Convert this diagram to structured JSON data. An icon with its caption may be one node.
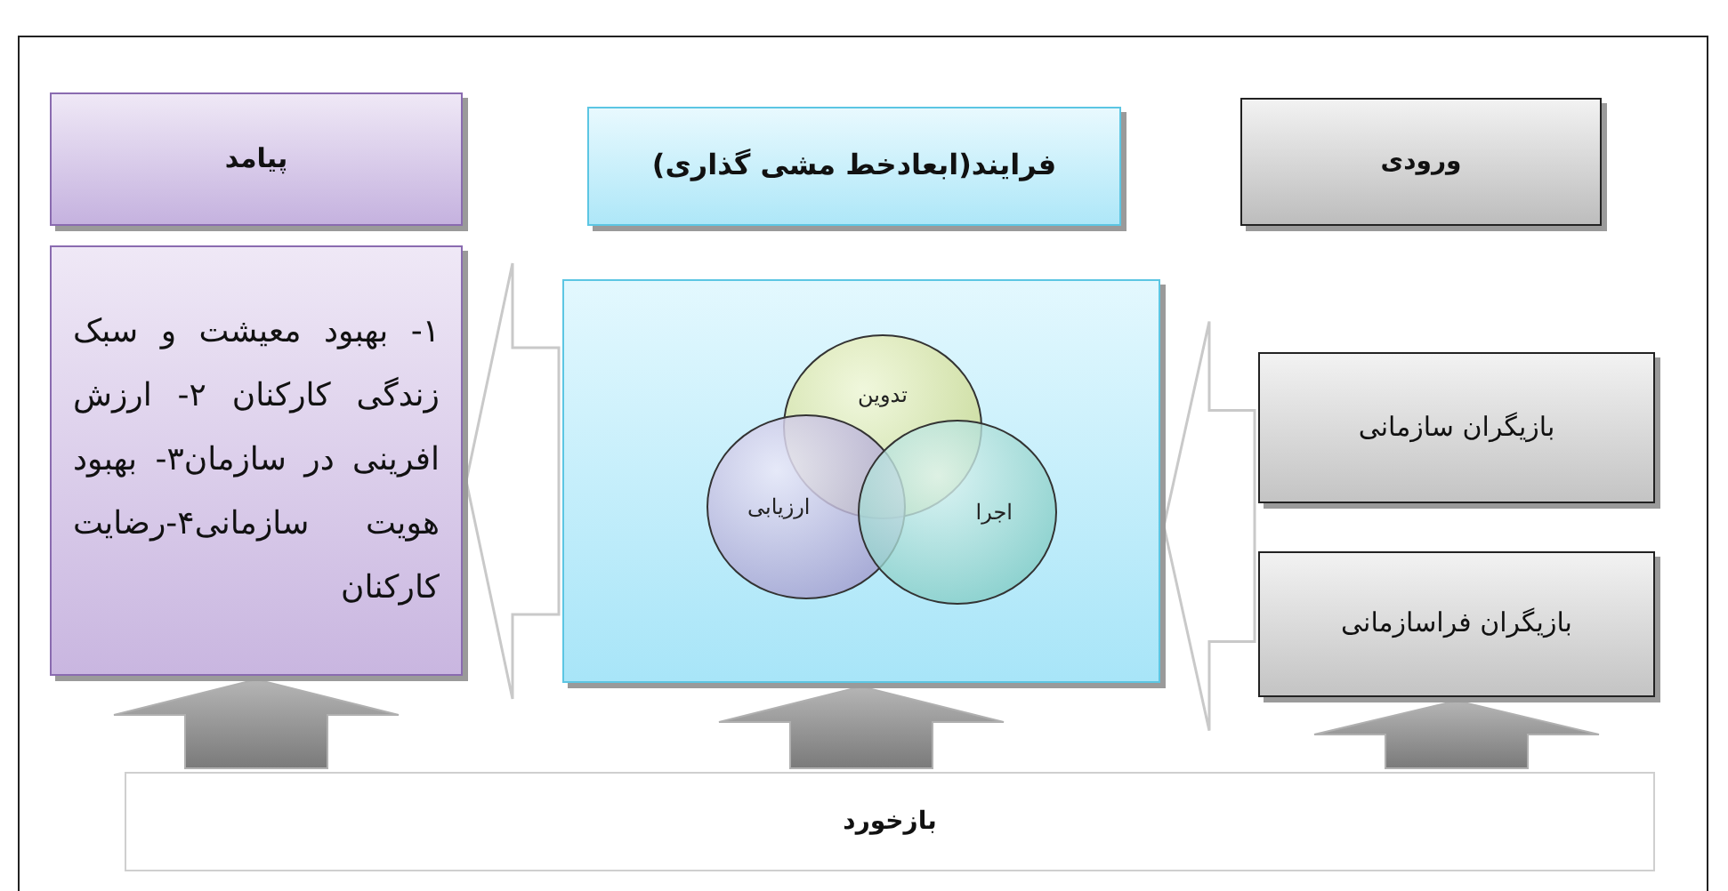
{
  "diagram": {
    "nodes": [
      {
        "text": [
          "پیامد"
        ]
      },
      {
        "text": [
          "۱- بهبود معیشت و سبک زندگی کارکنان ۲- ارزش افرینی در سازمان۳- بهبود هویت سازمانی۴-رضایت کارکنان"
        ]
      },
      {
        "text": [
          "فرایند(ابعادخط مشی گذاری)"
        ]
      },
      {
        "text": [],
        "shape": "box"
      },
      {
        "text": [
          "تدوین"
        ],
        "in": 3
      },
      {
        "text": [
          "ارزیابی"
        ],
        "in": 3
      },
      {
        "text": [
          "اجرا"
        ],
        "in": 3
      },
      {
        "text": [
          "ورودی"
        ]
      },
      {
        "text": [
          "بازیگران سازمانی"
        ]
      },
      {
        "text": [
          "بازیگران فراسازمانی"
        ]
      },
      {
        "text": [
          "بازخورد"
        ]
      }
    ],
    "edges": [
      {
        "from": 8,
        "to": 3,
        "arrow": "to"
      },
      {
        "from": 9,
        "to": 3,
        "arrow": "to"
      },
      {
        "from": 3,
        "to": 1,
        "arrow": "to"
      },
      {
        "from": 10,
        "to": 1,
        "arrow": "to"
      },
      {
        "from": 10,
        "to": 3,
        "arrow": "to"
      },
      {
        "from": 10,
        "to": 9,
        "arrow": "to"
      }
    ]
  }
}
